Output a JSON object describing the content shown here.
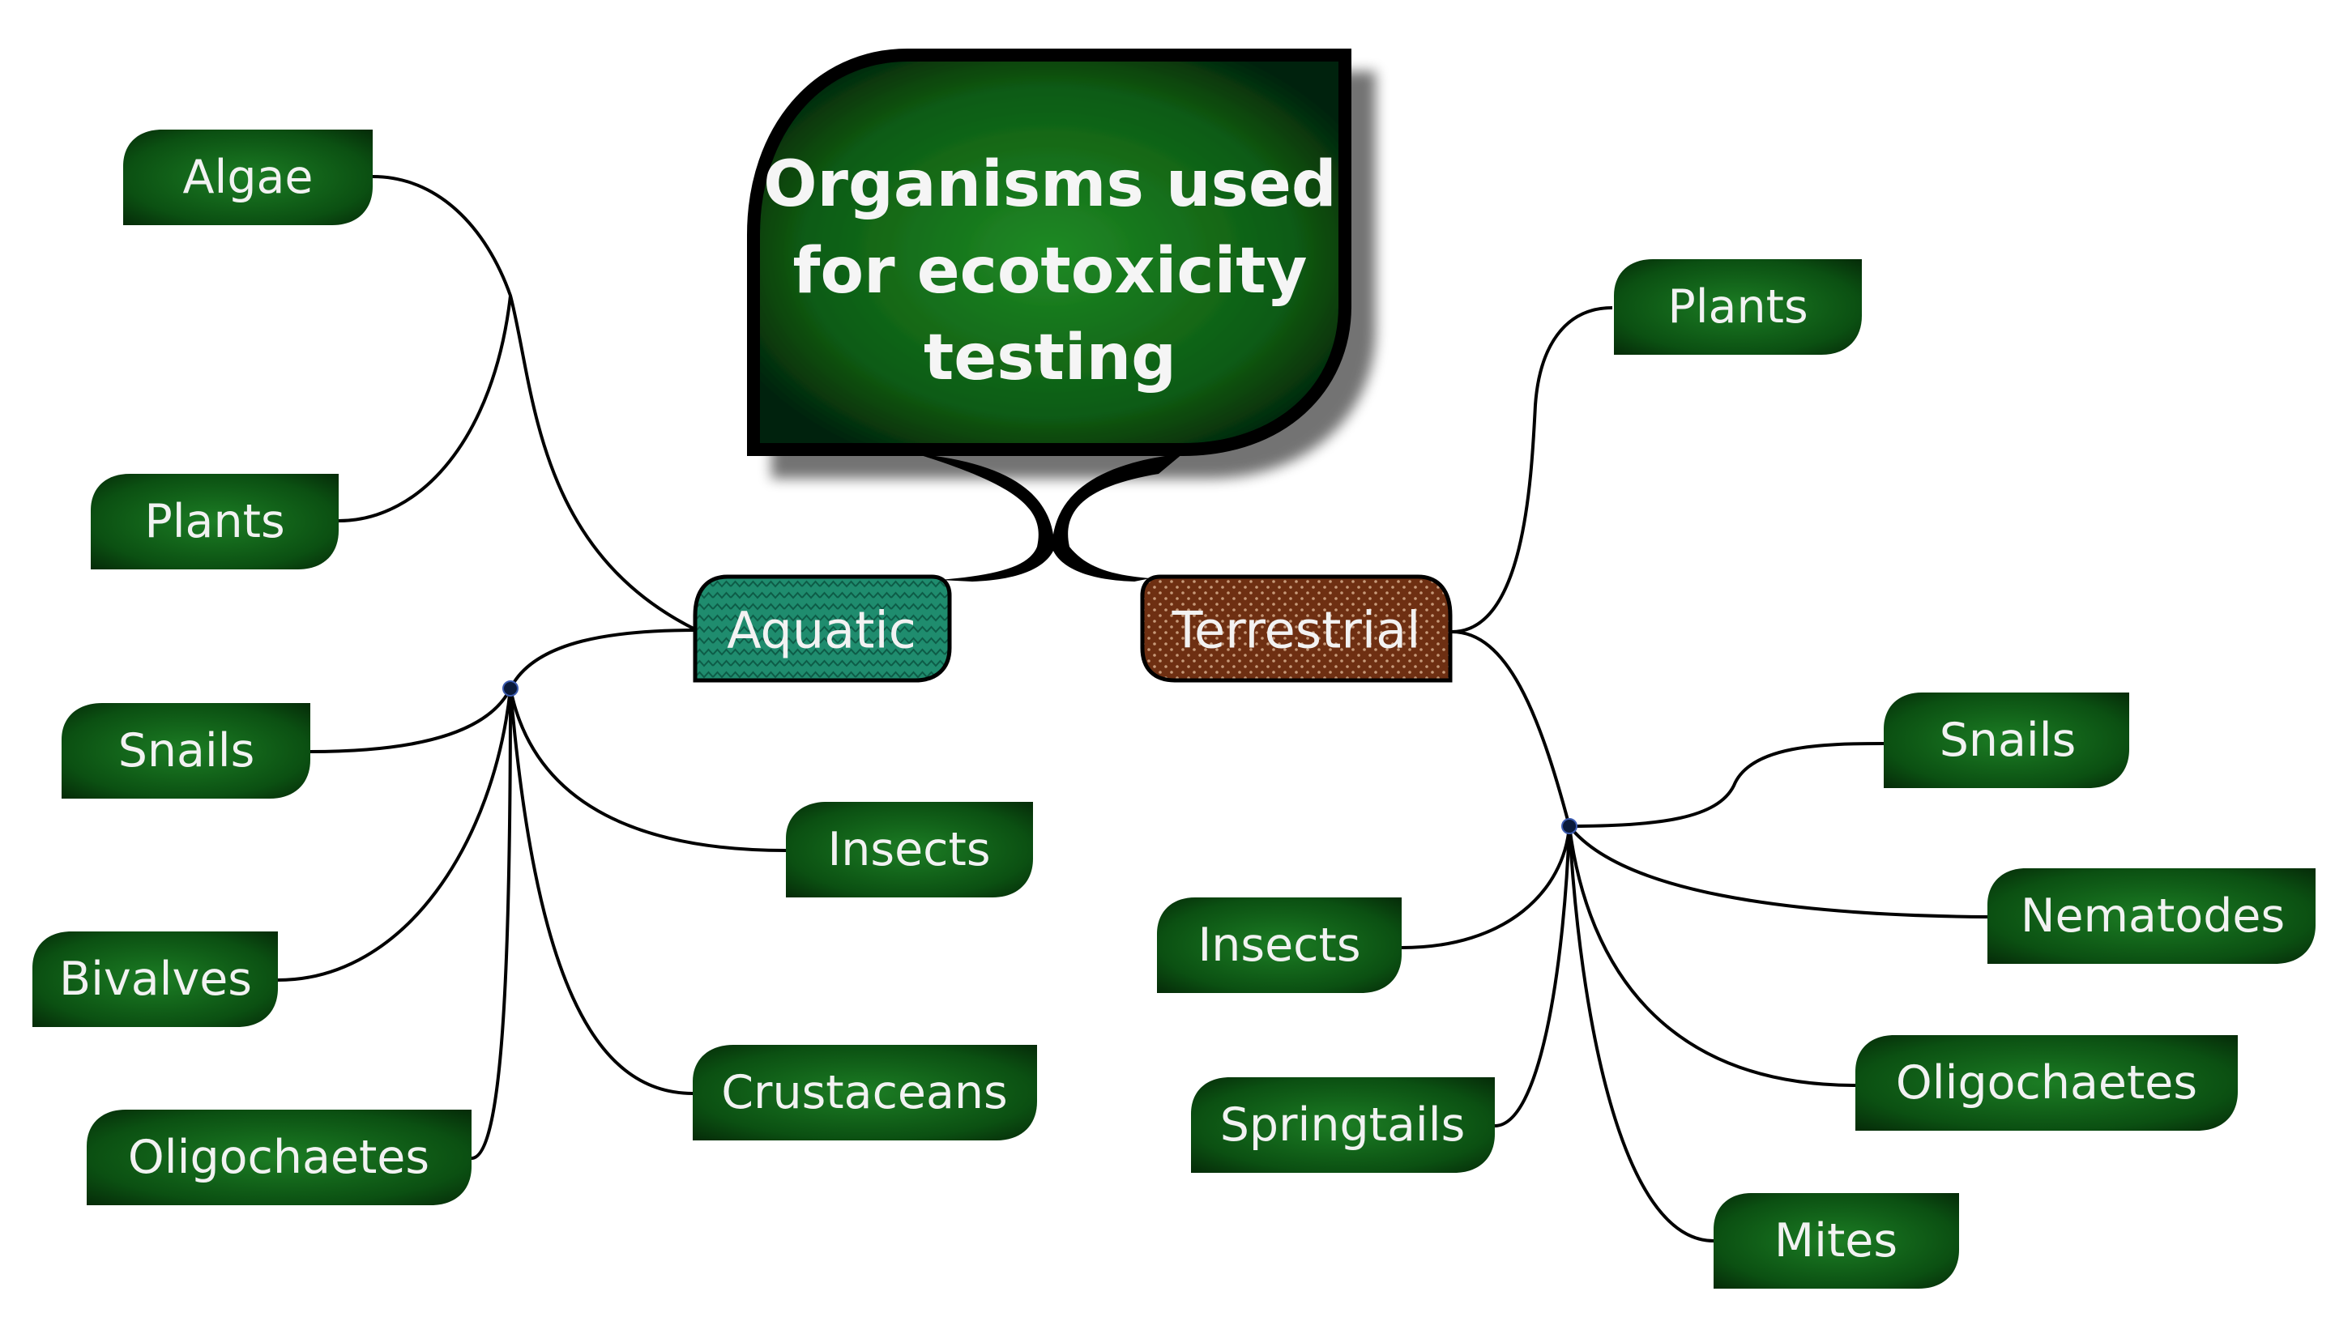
{
  "title": {
    "lines": [
      "Organisms used",
      "for ecotoxicity",
      "testing"
    ]
  },
  "categories": {
    "aquatic": {
      "label": "Aquatic",
      "color": "#1f8c6e"
    },
    "terrestrial": {
      "label": "Terrestrial",
      "color": "#6b2d12"
    }
  },
  "aquatic_items": {
    "algae": "Algae",
    "plants": "Plants",
    "snails": "Snails",
    "bivalves": "Bivalves",
    "oligochaetes": "Oligochaetes",
    "insects": "Insects",
    "crustaceans": "Crustaceans"
  },
  "terrestrial_items": {
    "plants": "Plants",
    "snails": "Snails",
    "nematodes": "Nematodes",
    "insects": "Insects",
    "springtails": "Springtails",
    "oligochaetes": "Oligochaetes",
    "mites": "Mites"
  },
  "colors": {
    "leaf_green": "#0a4d12",
    "leaf_green_light": "#1a7a22",
    "title_green": "#176f1c"
  }
}
